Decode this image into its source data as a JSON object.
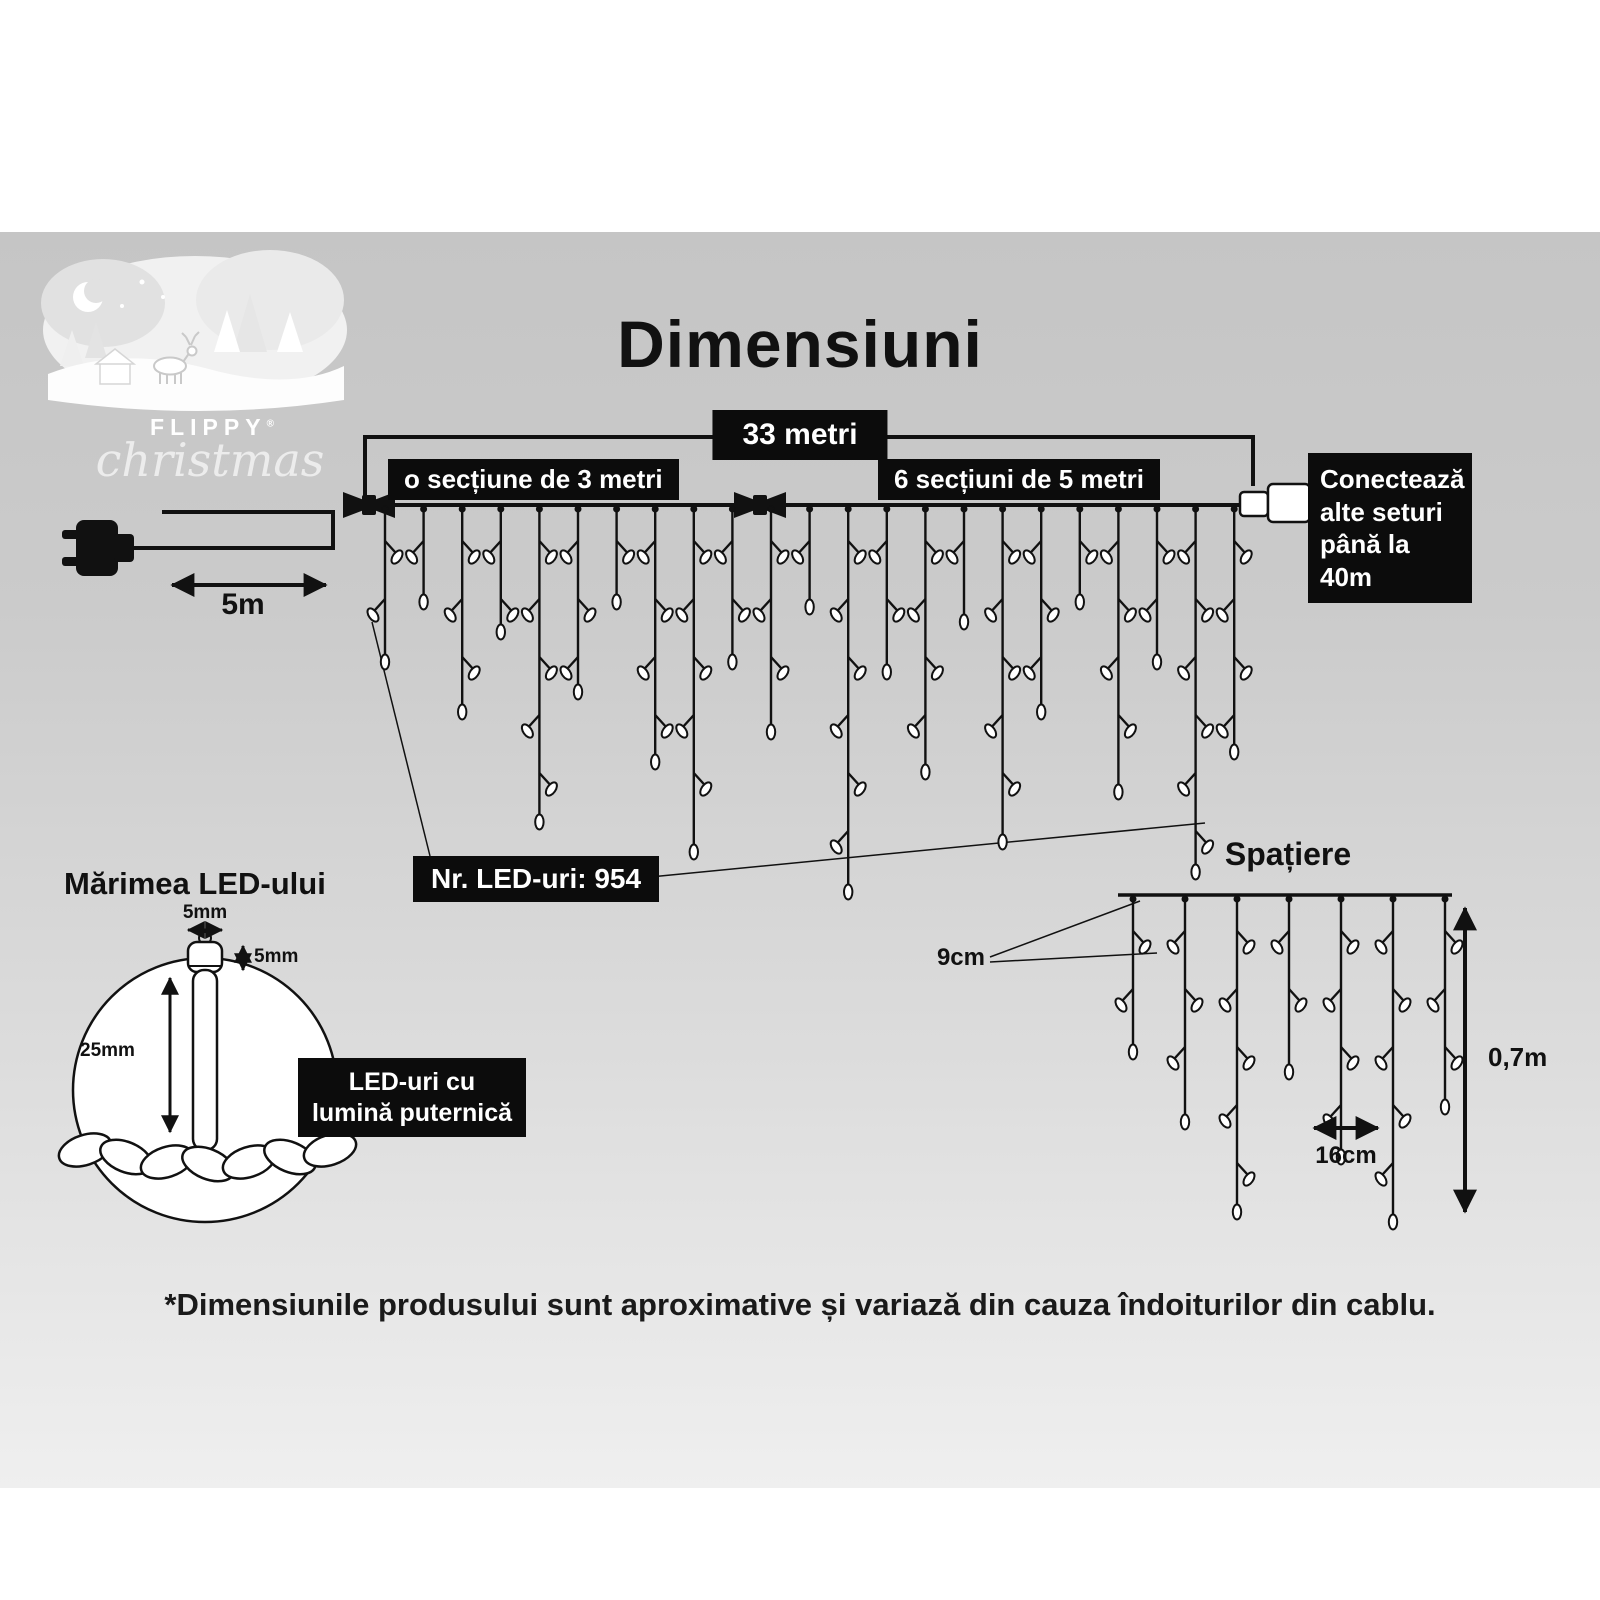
{
  "title": "Dimensiuni",
  "brand": {
    "name": "FLIPPY",
    "reg": "®",
    "script": "christmas"
  },
  "main": {
    "total_length": "33 metri",
    "section_left": "o secțiune de 3 metri",
    "section_right": "6 secțiuni de 5 metri",
    "connect_note": "Conectează alte seturi până la 40m",
    "lead_length": "5m",
    "led_count": "Nr. LED-uri: 954"
  },
  "led_size": {
    "title": "Mărimea LED-ului",
    "width": "5mm",
    "cap_height": "5mm",
    "length": "25mm",
    "feature": "LED-uri cu lumină puternică"
  },
  "spacing": {
    "title": "Spațiere",
    "drop_spacing": "9cm",
    "bulb_spacing": "16cm",
    "drop_length": "0,7m"
  },
  "footnote": "*Dimensiunile produsului sunt aproximative și variază din cauza îndoiturilor din cablu.",
  "colors": {
    "band_top": "#c5c5c5",
    "band_bottom": "#efefef",
    "label_bg": "#0c0c0c",
    "label_text": "#ffffff",
    "line": "#111111"
  }
}
